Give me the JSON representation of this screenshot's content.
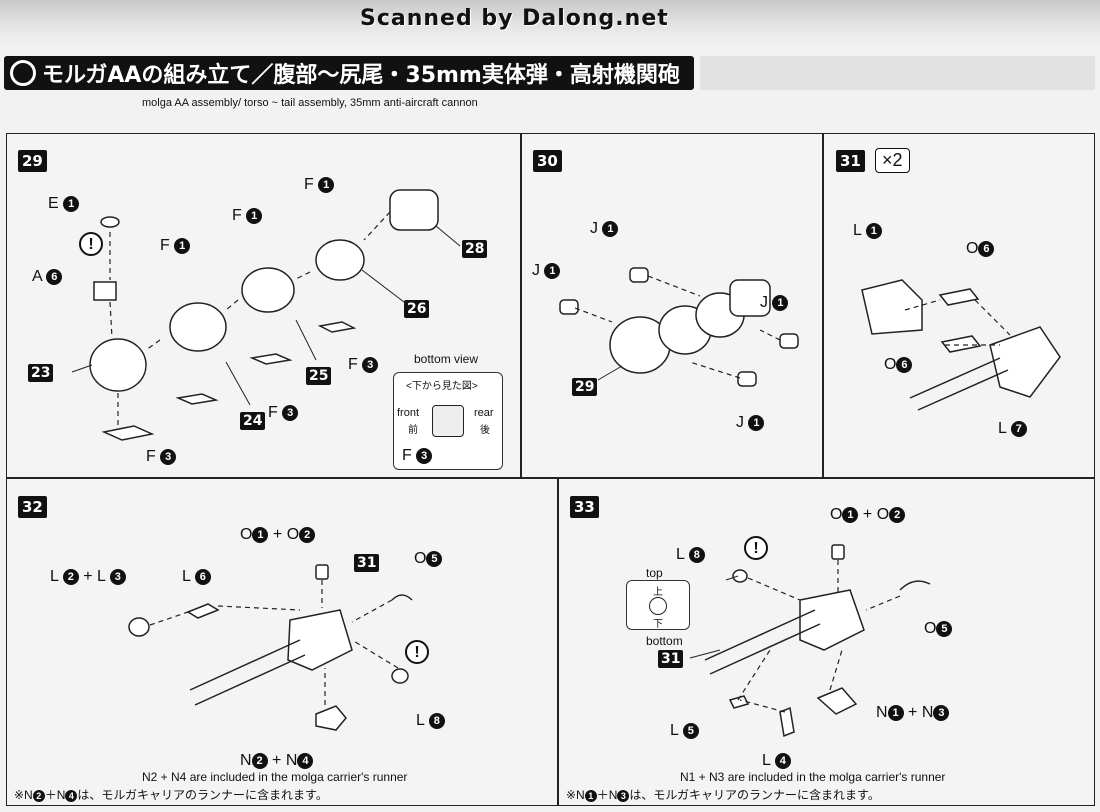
{
  "header": {
    "watermark": "Scanned by Dalong.net",
    "title_jp": "モルガAAの組み立て／腹部～尻尾・35mm実体弾・高射機関砲",
    "subtitle_en": "molga AA assembly/ torso ~ tail assembly, 35mm anti-aircraft cannon"
  },
  "steps": {
    "s29": {
      "num": "29",
      "labels": {
        "e1_letter": "E",
        "e1_num": "1",
        "a6_letter": "A",
        "a6_num": "6",
        "f1a_letter": "F",
        "f1a_num": "1",
        "f1b_letter": "F",
        "f1b_num": "1",
        "f1c_letter": "F",
        "f1c_num": "1",
        "f3a_letter": "F",
        "f3a_num": "3",
        "f3b_letter": "F",
        "f3b_num": "3",
        "f3c_letter": "F",
        "f3c_num": "3"
      },
      "parts": [
        "23",
        "24",
        "25",
        "26",
        "28"
      ],
      "warn": "!",
      "bottom_view": {
        "caption": "bottom view",
        "title_jp": "<下から見た図>",
        "front_en": "front",
        "front_jp": "前",
        "rear_en": "rear",
        "rear_jp": "後",
        "part_letter": "F",
        "part_num": "3"
      }
    },
    "s30": {
      "num": "30",
      "labels": {
        "j_letter": "J",
        "j_num": "1"
      },
      "part": "29"
    },
    "s31": {
      "num": "31",
      "multiplier": "×2",
      "l1_letter": "L",
      "l1_num": "1",
      "o6_letter": "O",
      "o6_num": "6",
      "l7_letter": "L",
      "l7_num": "7"
    },
    "s32": {
      "num": "32",
      "o1o2": {
        "a_letter": "O",
        "a_num": "1",
        "plus": "+",
        "b_letter": "O",
        "b_num": "2"
      },
      "l2l3": {
        "a_letter": "L",
        "a_num": "2",
        "plus": "+",
        "b_letter": "L",
        "b_num": "3"
      },
      "l6_letter": "L",
      "l6_num": "6",
      "o5_letter": "O",
      "o5_num": "5",
      "l8_letter": "L",
      "l8_num": "8",
      "n2n4": {
        "a_letter": "N",
        "a_num": "2",
        "plus": "+",
        "b_letter": "N",
        "b_num": "4"
      },
      "part": "31",
      "warn": "!",
      "note_en": "N2 + N4 are included in the molga carrier's runner",
      "note_jp_prefix": "※N",
      "note_jp_a": "2",
      "note_jp_mid": "＋N",
      "note_jp_b": "4",
      "note_jp_suffix": "は、モルガキャリアのランナーに含まれます。"
    },
    "s33": {
      "num": "33",
      "o1o2": {
        "a_letter": "O",
        "a_num": "1",
        "plus": "+",
        "b_letter": "O",
        "b_num": "2"
      },
      "l8_letter": "L",
      "l8_num": "8",
      "o5_letter": "O",
      "o5_num": "5",
      "l5_letter": "L",
      "l5_num": "5",
      "l4_letter": "L",
      "l4_num": "4",
      "n1n3": {
        "a_letter": "N",
        "a_num": "1",
        "plus": "+",
        "b_letter": "N",
        "b_num": "3"
      },
      "part": "31",
      "warn": "!",
      "orient": {
        "top_en": "top",
        "top_jp": "上",
        "bottom_en": "bottom",
        "bottom_jp": "下"
      },
      "note_en": "N1 + N3 are included in the molga carrier's runner",
      "note_jp_prefix": "※N",
      "note_jp_a": "1",
      "note_jp_mid": "＋N",
      "note_jp_b": "3",
      "note_jp_suffix": "は、モルガキャリアのランナーに含まれます。"
    }
  }
}
